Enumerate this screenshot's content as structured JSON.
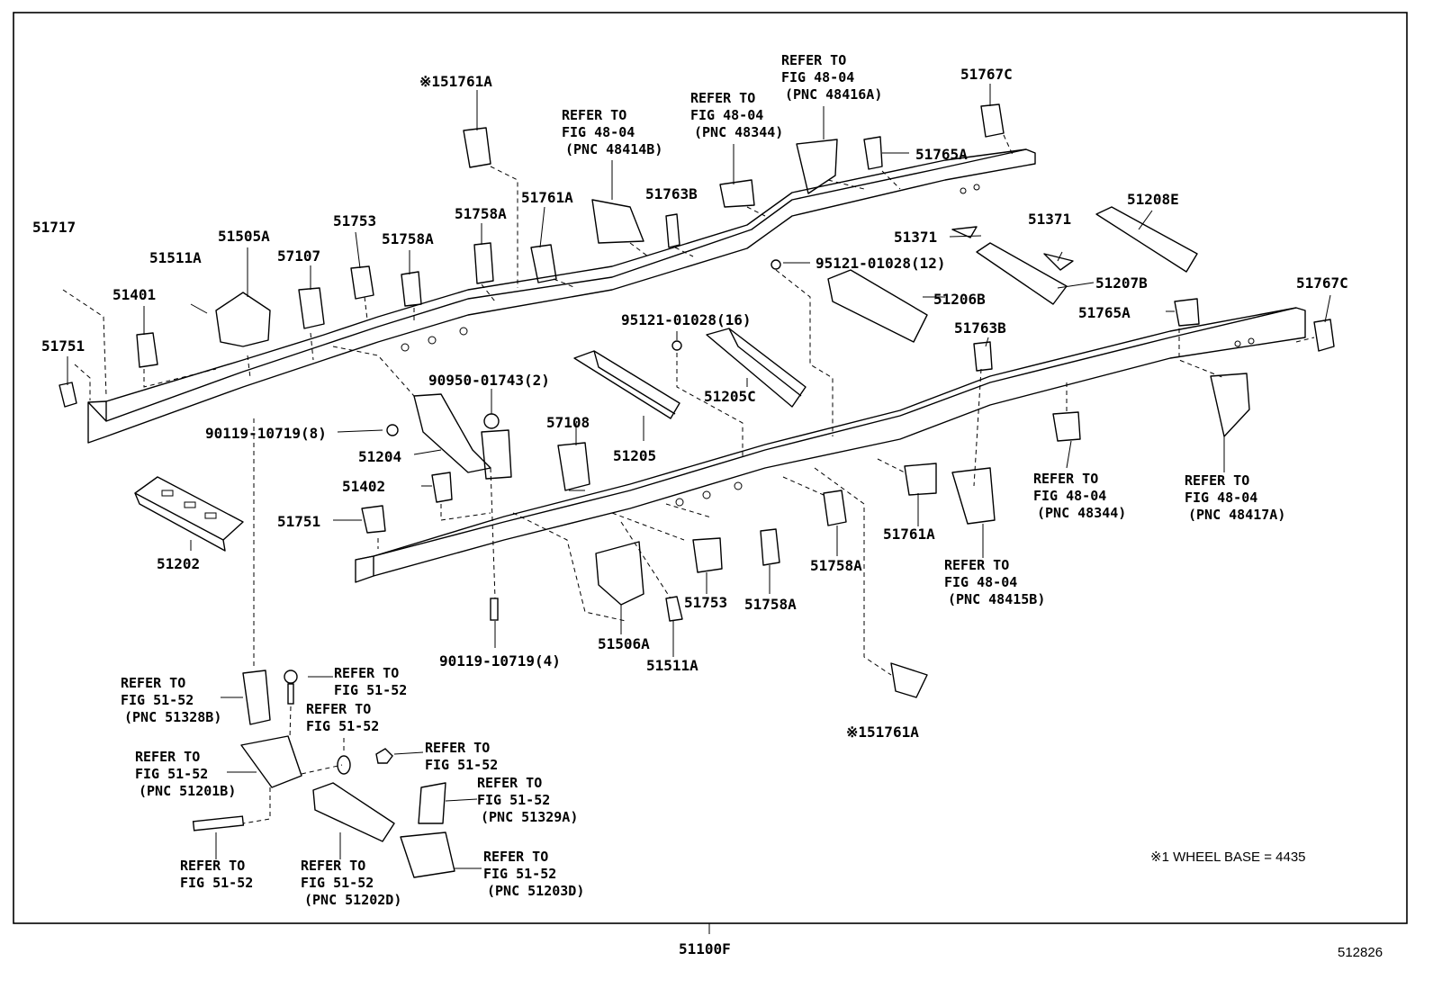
{
  "labels": {
    "p51717": "51717",
    "p51511a_l": "51511A",
    "p51505a": "51505A",
    "p51753_t": "51753",
    "p57107": "57107",
    "p51758a_t1": "51758A",
    "p51758a_t2": "51758A",
    "p51401": "51401",
    "p51751_l": "51751",
    "p51761a_top": "※151761A",
    "p51761a_mid": "51761A",
    "p51763b_t": "51763B",
    "p51767c_top": "51767C",
    "p51765a_top": "51765A",
    "p51208e": "51208E",
    "p51371_a": "51371",
    "p51371_b": "51371",
    "p51207b": "51207B",
    "p51206b": "51206B",
    "p51767c_r": "51767C",
    "p51765a_r": "51765A",
    "p51763b_r": "51763B",
    "p95121_12": "95121-01028(12)",
    "p95121_16": "95121-01028(16)",
    "p51205c": "51205C",
    "p90950": "90950-01743(2)",
    "p90119_8": "90119-10719(8)",
    "p51204": "51204",
    "p51205": "51205",
    "p57108": "57108",
    "p51402": "51402",
    "p51751_b": "51751",
    "p51202": "51202",
    "p90119_4": "90119-10719(4)",
    "p51506a": "51506A",
    "p51511a_b": "51511A",
    "p51753_b": "51753",
    "p51758a_b1": "51758A",
    "p51758a_b2": "51758A",
    "p51761a_b": "51761A",
    "p51761a_bot": "※151761A",
    "p51100f": "51100F"
  },
  "refers": {
    "r48416a": [
      "REFER TO",
      "FIG 48-04",
      "(PNC 48416A)"
    ],
    "r48344_t": [
      "REFER TO",
      "FIG 48-04",
      "(PNC 48344)"
    ],
    "r48414b": [
      "REFER TO",
      "FIG 48-04",
      "(PNC 48414B)"
    ],
    "r48344_b": [
      "REFER TO",
      "FIG 48-04",
      "(PNC 48344)"
    ],
    "r48417a": [
      "REFER TO",
      "FIG 48-04",
      "(PNC 48417A)"
    ],
    "r48415b": [
      "REFER TO",
      "FIG 48-04",
      "(PNC 48415B)"
    ],
    "r51328b": [
      "REFER TO",
      "FIG 51-52",
      "(PNC 51328B)"
    ],
    "r5152_bolt": [
      "REFER TO",
      "FIG 51-52"
    ],
    "r5152_washer": [
      "REFER TO",
      "FIG 51-52"
    ],
    "r51201b": [
      "REFER TO",
      "FIG 51-52",
      "(PNC 51201B)"
    ],
    "r5152_nut": [
      "REFER TO",
      "FIG 51-52"
    ],
    "r51329a": [
      "REFER TO",
      "FIG 51-52",
      "(PNC 51329A)"
    ],
    "r5152_bolt2": [
      "REFER TO",
      "FIG 51-52"
    ],
    "r51202d": [
      "REFER TO",
      "FIG 51-52",
      "(PNC 51202D)"
    ],
    "r51203d": [
      "REFER TO",
      "FIG 51-52",
      "(PNC 51203D)"
    ]
  },
  "note": "※1 WHEEL BASE = 4435",
  "figure_id": "512826"
}
